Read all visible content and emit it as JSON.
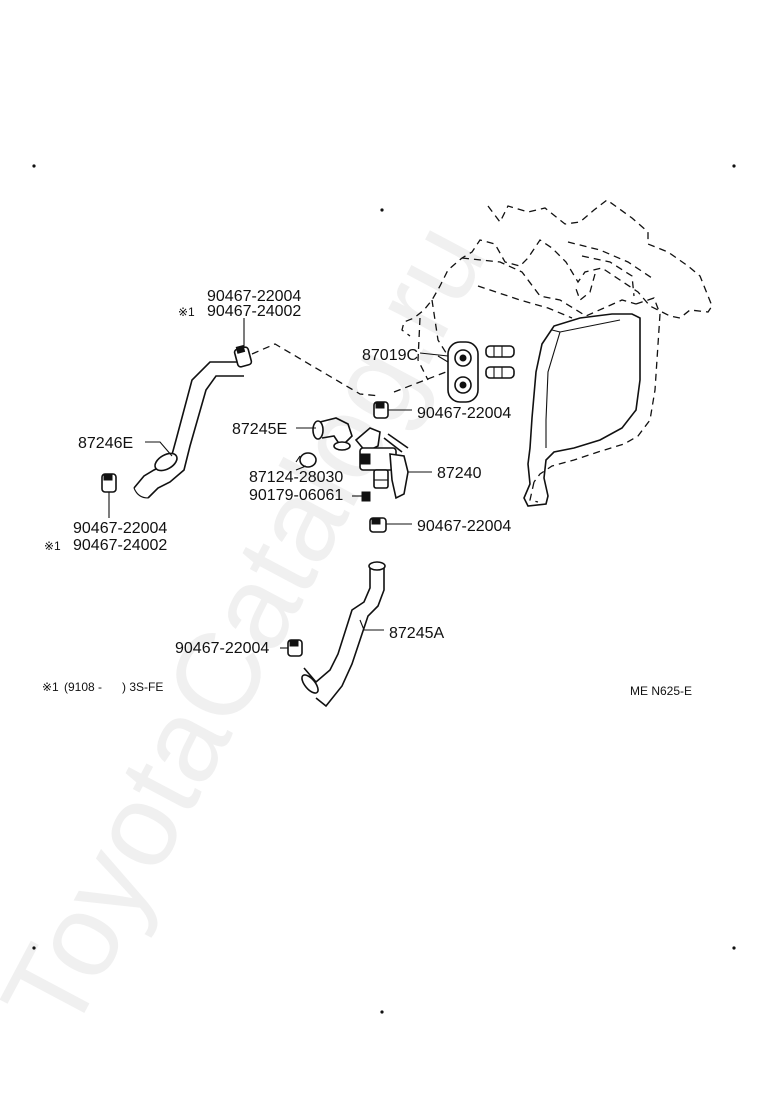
{
  "watermark": "ToyotaCatalog.ru",
  "diagram_code": "ME N625-E",
  "footnote": {
    "mark": "※1",
    "text": "(9108 -      ) 3S-FE"
  },
  "labels": {
    "clamp_top_1": "90467-22004",
    "clamp_top_2_mark": "※1",
    "clamp_top_2": "90467-24002",
    "hose_87246e": "87246E",
    "clamp_left_1": "90467-22004",
    "clamp_left_2_mark": "※1",
    "clamp_left_2": "90467-24002",
    "grommet_87019c": "87019C",
    "clamp_right_upper": "90467-22004",
    "hose_87245e": "87245E",
    "valve_87240": "87240",
    "clamp_87124": "87124-28030",
    "screw_90179": "90179-06061",
    "clamp_right_lower": "90467-22004",
    "hose_87245a": "87245A",
    "clamp_bottom": "90467-22004"
  }
}
